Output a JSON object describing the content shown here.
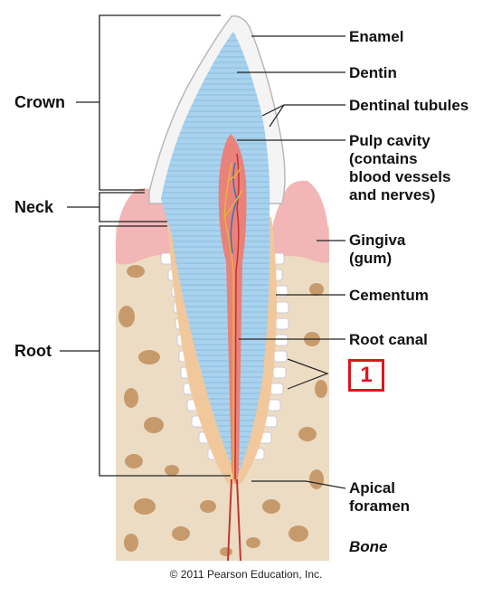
{
  "labels": {
    "crown": "Crown",
    "neck": "Neck",
    "root": "Root",
    "enamel": "Enamel",
    "dentin": "Dentin",
    "dentinal_tubules": "Dentinal tubules",
    "pulp_line1": "Pulp cavity",
    "pulp_line2": "(contains",
    "pulp_line3": "blood vessels",
    "pulp_line4": "and nerves)",
    "gingiva_line1": "Gingiva",
    "gingiva_line2": "(gum)",
    "cementum": "Cementum",
    "root_canal": "Root canal",
    "answer": "1",
    "apical_line1": "Apical",
    "apical_line2": "foramen",
    "bone": "Bone"
  },
  "credit": "© 2011 Pearson Education, Inc.",
  "colors": {
    "enamel": "#f4f4f4",
    "dentin": "#a9d2ee",
    "pulp": "#e8827a",
    "gingiva": "#f2b6b6",
    "bone": "#ecdcc4",
    "bone_spots": "#c79a6c",
    "cementum": "#f1c89c",
    "answer_box": "#e0141c"
  }
}
